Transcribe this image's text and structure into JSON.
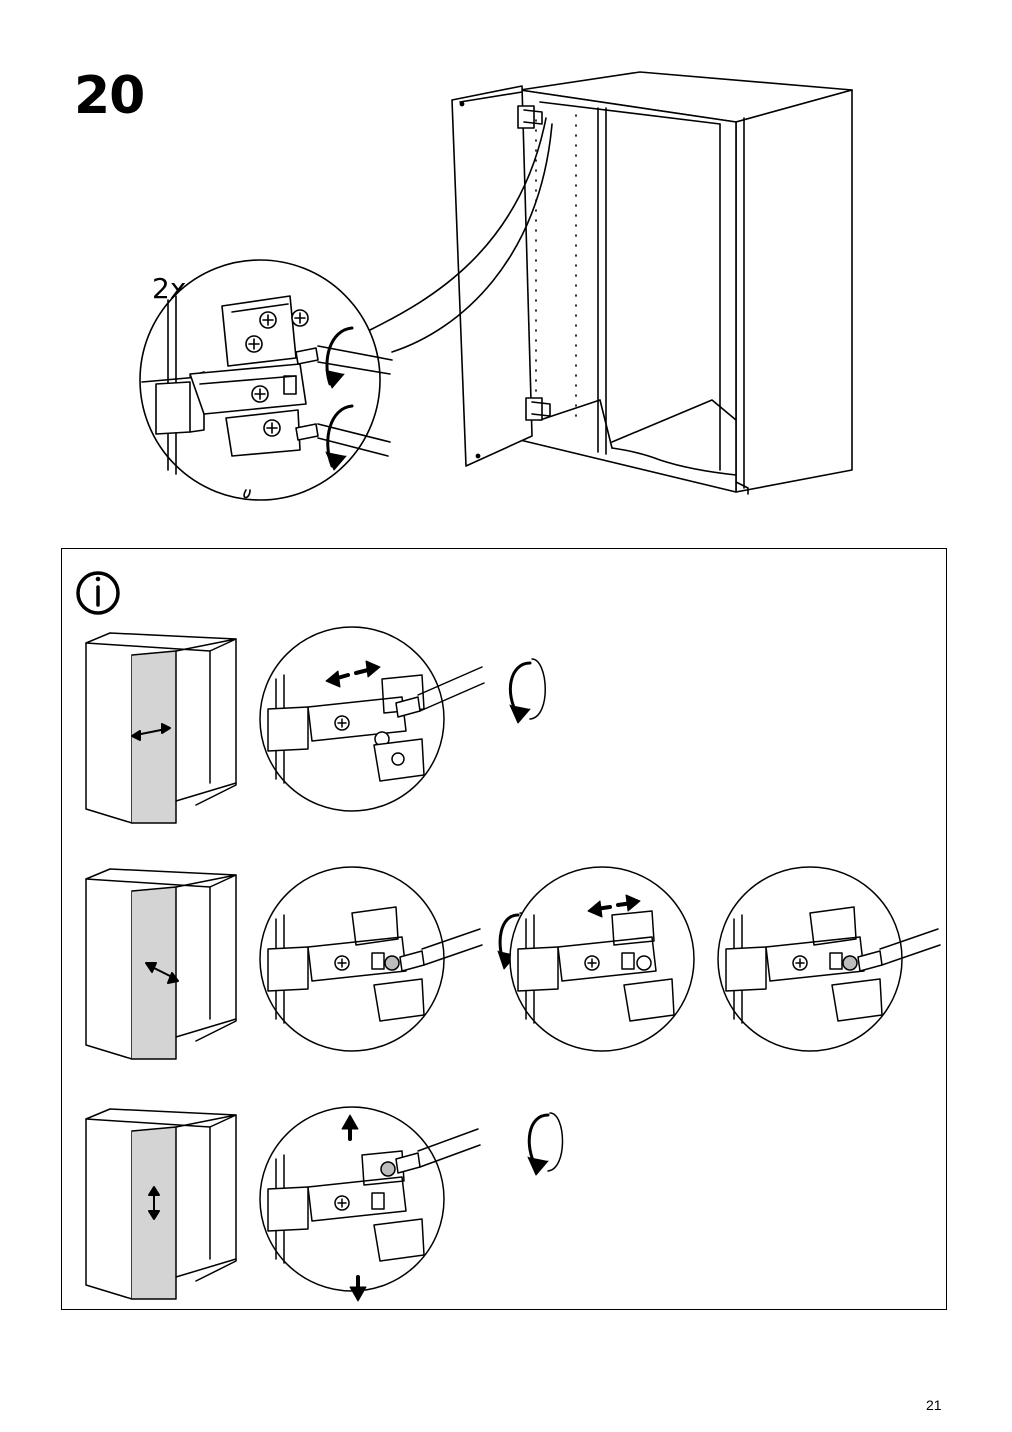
{
  "step": {
    "number": "20",
    "quantity": "2x"
  },
  "page": {
    "number": "21"
  },
  "icons": {
    "info": "info-icon",
    "screwdriver": "screwdriver-icon",
    "rotate": "rotate-arrow-icon",
    "hinge": "hinge-icon",
    "cabinet": "cabinet-icon",
    "adjust_horizontal": "double-arrow-horizontal-icon",
    "adjust_depth": "double-arrow-diagonal-icon",
    "adjust_vertical": "double-arrow-vertical-icon"
  },
  "colors": {
    "line": "#000000",
    "door_shade": "#d4d4d4",
    "screw_highlight": "#bdbdbd"
  }
}
